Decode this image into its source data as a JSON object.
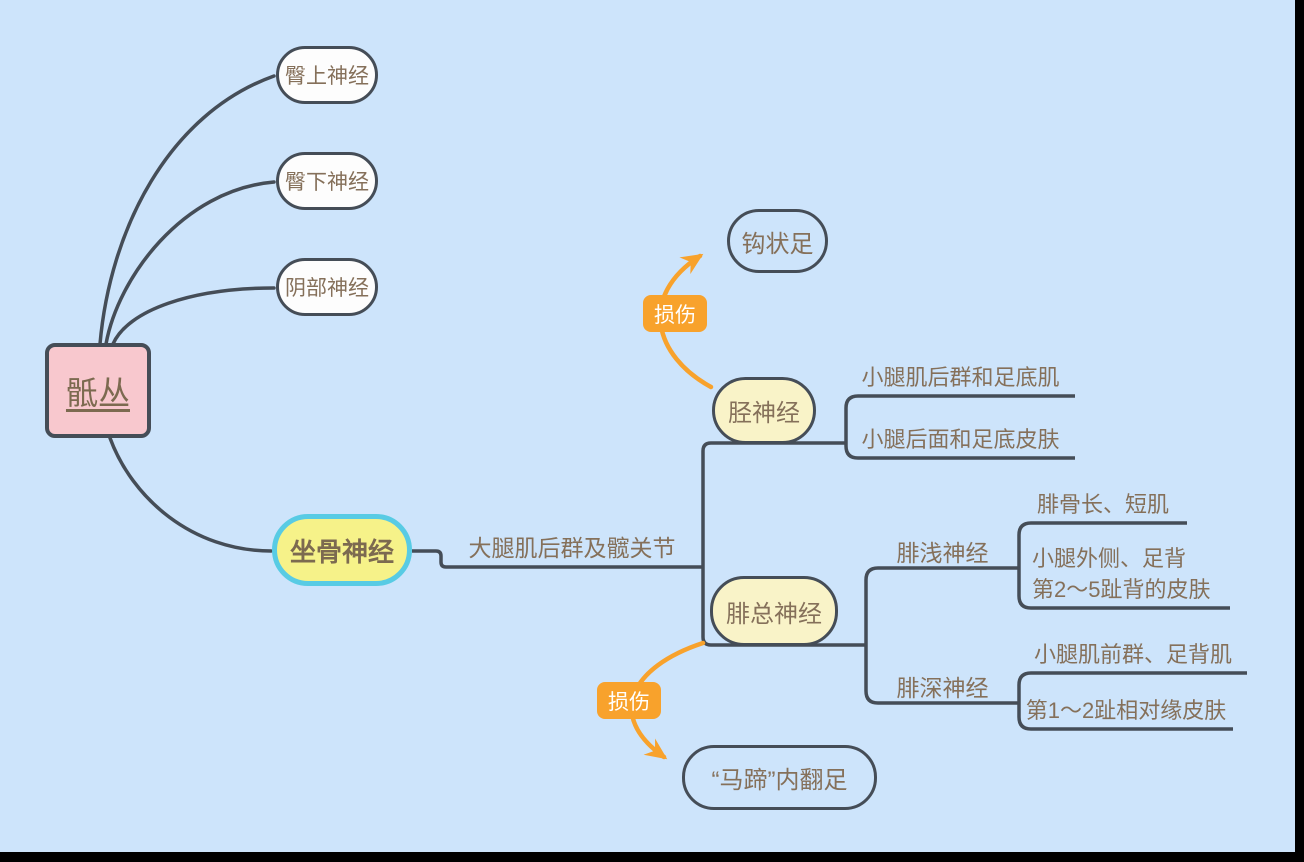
{
  "colors": {
    "background": "#cde4fb",
    "connector_line": "#454d57",
    "text_brown": "#85705a",
    "root_fill": "#f8c8ce",
    "root_text": "#7c6a50",
    "white_pill_fill": "#fdfdfd",
    "main_topic_fill": "#f6f289",
    "main_topic_border": "#58cbe4",
    "sub_topic_fill": "#f9f3c8",
    "injury_fill": "#f8a22c",
    "injury_text": "#ffffff",
    "edge_bar": "#000000"
  },
  "nodes": {
    "root": "骶丛",
    "gluteal_superior": "臀上神经",
    "gluteal_inferior": "臀下神经",
    "pudendal": "阴部神经",
    "sciatic": "坐骨神经",
    "sciatic_innervation": "大腿肌后群及髋关节",
    "tibial": "胫神经",
    "tibial_child1": "小腿肌后群和足底肌",
    "tibial_child2": "小腿后面和足底皮肤",
    "tibial_injury_label": "损伤",
    "tibial_injury_result": "钩状足",
    "peroneal_common": "腓总神经",
    "peroneal_superficial": "腓浅神经",
    "peroneal_superficial_child1": "腓骨长、短肌",
    "peroneal_superficial_child2": "小腿外侧、足背\n第2～5趾背的皮肤",
    "peroneal_deep": "腓深神经",
    "peroneal_deep_child1": "小腿肌前群、足背肌",
    "peroneal_deep_child2": "第1～2趾相对缘皮肤",
    "peroneal_injury_label": "损伤",
    "peroneal_injury_result": "“马蹄”内翻足"
  }
}
